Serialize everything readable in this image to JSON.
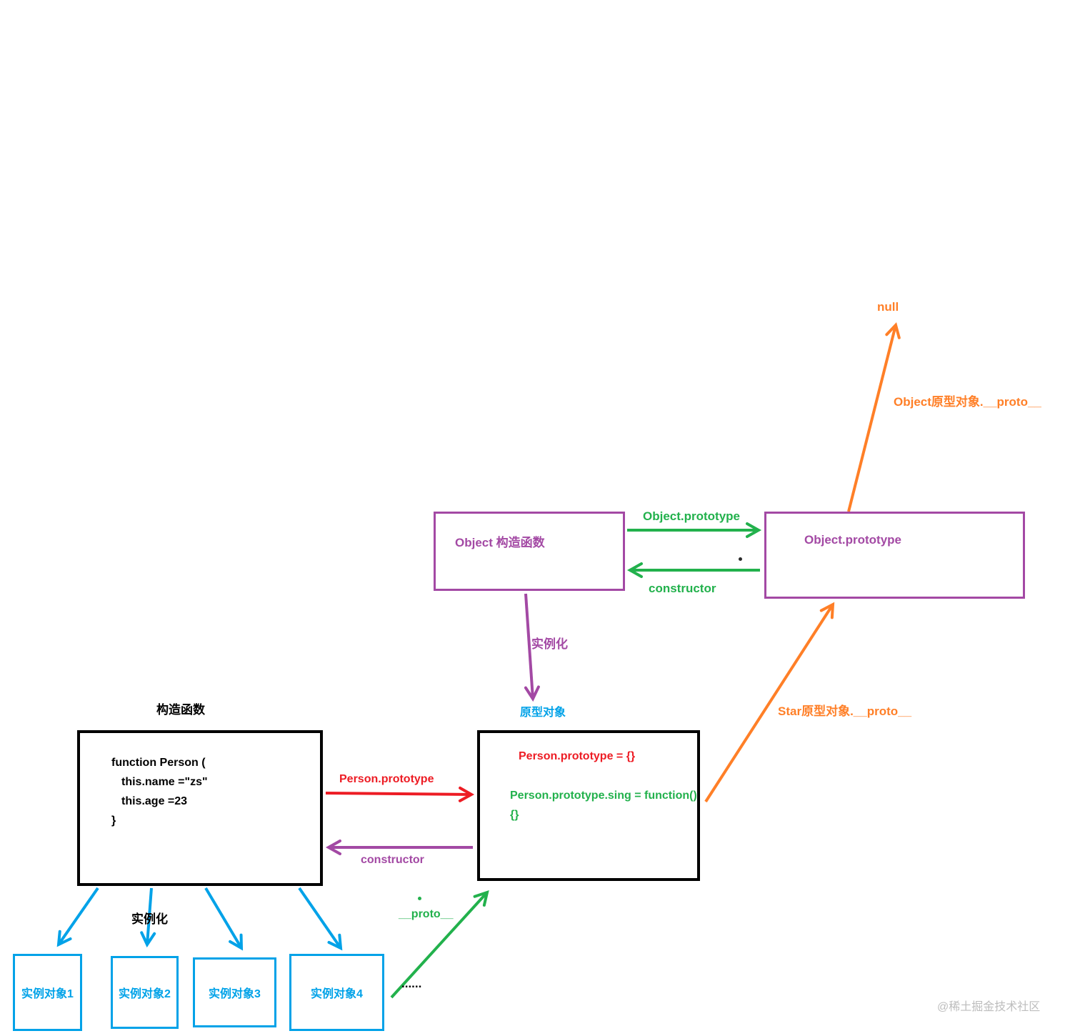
{
  "labels": {
    "null_label": "null",
    "object_proto": "Object原型对象.__proto__",
    "object_ctor_box": "Object  构造函数",
    "object_prototype_box": "Object.prototype",
    "arrow_object_prototype": "Object.prototype",
    "arrow_constructor_top": "constructor",
    "instantiate_top": "实例化",
    "prototype_object": "原型对象",
    "ctor_title": "构造函数",
    "arrow_person_prototype": "Person.prototype",
    "arrow_constructor_bottom": "constructor",
    "star_proto": "Star原型对象.__proto__",
    "instantiate_bottom": "实例化",
    "arrow_proto": "__proto__",
    "ellipsis": "......",
    "watermark": "@稀土掘金技术社区"
  },
  "code_box": {
    "line1": "function Person (",
    "line2": "this.name =\"zs\"",
    "line3": "this.age =23",
    "line4": "}"
  },
  "prototype_box": {
    "line1": "Person.prototype  = {}",
    "line2": "Person.prototype.sing = function()",
    "line3": "{}"
  },
  "instances": [
    {
      "label": "实例对象1"
    },
    {
      "label": "实例对象2"
    },
    {
      "label": "实例对象3"
    },
    {
      "label": "实例对象4"
    }
  ],
  "colors": {
    "orange": "#FF7F27",
    "purple": "#A349A4",
    "green": "#22B14C",
    "red": "#ED1C24",
    "blue": "#00A2E8",
    "black": "#000000",
    "watermark_gray": "#bdbdbd"
  }
}
